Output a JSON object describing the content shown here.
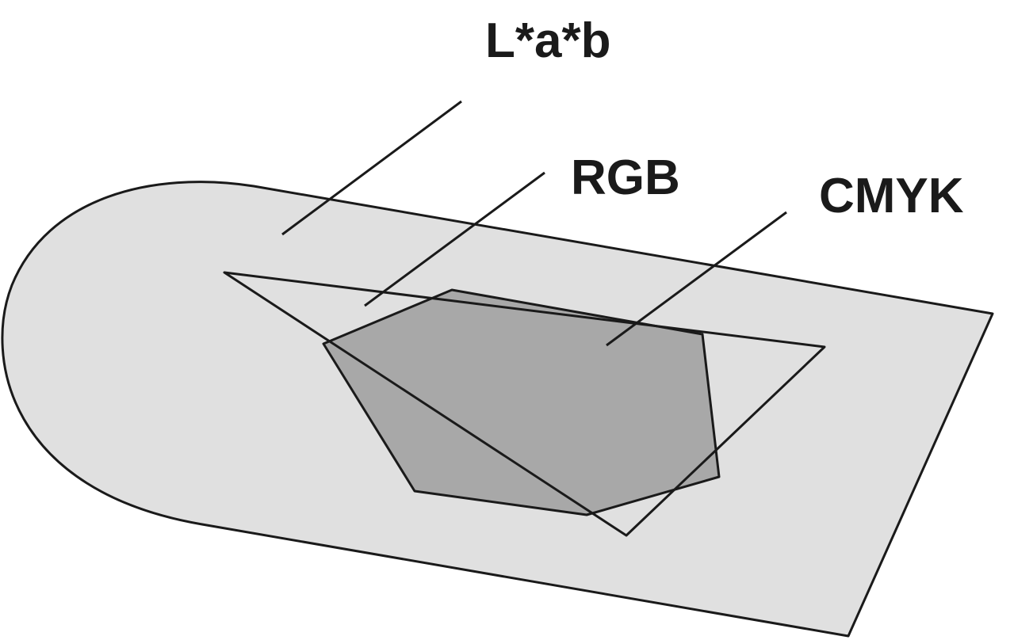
{
  "diagram": {
    "labels": {
      "lab": "L*a*b",
      "rgb": "RGB",
      "cmyk": "CMYK"
    },
    "colors": {
      "lab_fill": "#e0e0e0",
      "rgb_fill": "none",
      "cmyk_fill": "#a8a8a8",
      "stroke": "#1a1a1a",
      "background": "#ffffff"
    }
  }
}
